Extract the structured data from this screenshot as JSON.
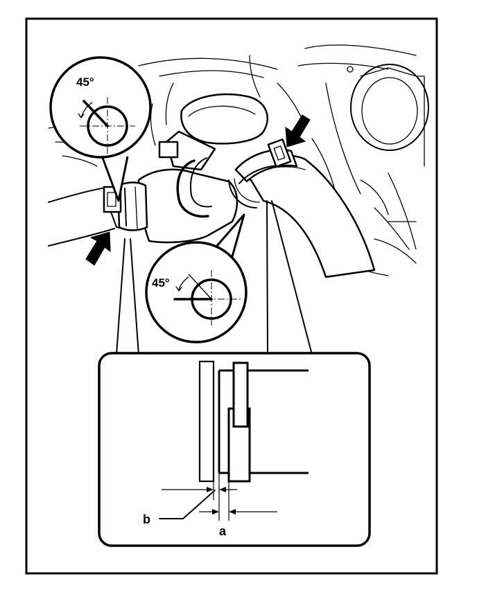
{
  "labels": {
    "angle_top_left": "45°",
    "angle_bottom": "45°",
    "dim_a": "a",
    "dim_b": "b"
  }
}
